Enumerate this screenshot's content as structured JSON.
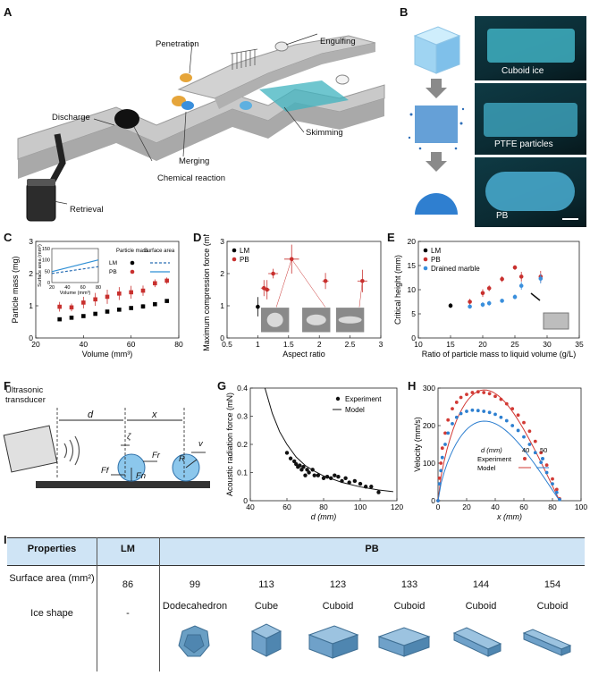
{
  "panels": {
    "A": {
      "letter": "A",
      "labels": {
        "penetration": "Penetration",
        "engulfing": "Engulfing",
        "discharge": "Discharge",
        "skimming": "Skimming",
        "merging": "Merging",
        "chemical_reaction": "Chemical reaction",
        "retrieval": "Retrieval"
      }
    },
    "B": {
      "letter": "B",
      "photo_labels": [
        "Cuboid ice",
        "PTFE particles",
        "PB"
      ]
    },
    "C": {
      "letter": "C",
      "inset": {
        "ylabel": "Surface area (mm²)",
        "xlabel": "Volume (mm³)",
        "xticks": [
          "20",
          "40",
          "60",
          "80"
        ],
        "legend_col1": "Particle mass",
        "legend_col2": "Surface area",
        "rows": [
          "LM",
          "PB"
        ]
      }
    },
    "D": {
      "letter": "D"
    },
    "E": {
      "letter": "E"
    },
    "F": {
      "letter": "F",
      "labels": {
        "transducer": "Ultrasonic transducer",
        "d": "d",
        "x": "x",
        "zeta": "ζ",
        "v": "v",
        "Fr": "Fr",
        "Ff": "Ff",
        "Fn": "Fn",
        "R": "R"
      }
    },
    "G": {
      "letter": "G"
    },
    "H": {
      "letter": "H"
    },
    "I": {
      "letter": "I"
    }
  },
  "chart_data": [
    {
      "id": "C",
      "type": "scatter",
      "xlabel": "Volume (mm³)",
      "ylabel": "Particle mass (mg)",
      "xlim": [
        20,
        80
      ],
      "ylim": [
        0,
        3
      ],
      "xticks": [
        20,
        40,
        60,
        80
      ],
      "yticks": [
        0,
        1,
        2,
        3
      ],
      "series": [
        {
          "name": "LM",
          "color": "#000000",
          "x": [
            30,
            35,
            40,
            45,
            50,
            55,
            60,
            65,
            70,
            75
          ],
          "y": [
            0.58,
            0.63,
            0.68,
            0.75,
            0.82,
            0.88,
            0.93,
            0.98,
            1.05,
            1.15
          ],
          "err": [
            0.03,
            0.04,
            0.03,
            0.04,
            0.04,
            0.05,
            0.05,
            0.07,
            0.05,
            0.05
          ]
        },
        {
          "name": "PB",
          "color": "#c8302e",
          "x": [
            30,
            35,
            40,
            45,
            50,
            55,
            60,
            65,
            70,
            75
          ],
          "y": [
            0.97,
            0.95,
            1.1,
            1.2,
            1.28,
            1.38,
            1.42,
            1.47,
            1.7,
            1.78
          ],
          "err": [
            0.15,
            0.12,
            0.18,
            0.2,
            0.22,
            0.2,
            0.2,
            0.16,
            0.12,
            0.1
          ]
        }
      ],
      "inset_series": [
        {
          "name": "LM",
          "style": "dashed",
          "color": "#2a6fb5",
          "y_start": 40,
          "y_end": 70
        },
        {
          "name": "PB",
          "style": "solid",
          "color": "#2f8fd5",
          "y_start": 48,
          "y_end": 100
        }
      ],
      "inset_ylim": [
        0,
        150
      ],
      "inset_yticks": [
        0,
        50,
        100,
        150
      ],
      "inset_xlim": [
        20,
        80
      ]
    },
    {
      "id": "D",
      "type": "scatter",
      "xlabel": "Aspect ratio",
      "ylabel": "Maximum compression force (mN)",
      "xlim": [
        0.5,
        3
      ],
      "ylim": [
        0,
        3
      ],
      "xticks": [
        0.5,
        1,
        1.5,
        2,
        2.5,
        3
      ],
      "yticks": [
        0,
        1,
        2,
        3
      ],
      "legend": [
        "LM",
        "PB"
      ],
      "series": [
        {
          "name": "LM",
          "color": "#000000",
          "x": [
            1.0
          ],
          "y": [
            0.97
          ],
          "err": [
            0.3
          ],
          "xerr": [
            0
          ]
        },
        {
          "name": "PB",
          "color": "#c8302e",
          "x": [
            1.1,
            1.15,
            1.25,
            1.55,
            2.1,
            2.7
          ],
          "y": [
            1.55,
            1.5,
            2.0,
            2.45,
            1.77,
            1.77
          ],
          "err": [
            0.25,
            0.3,
            0.15,
            0.45,
            0.25,
            0.35
          ],
          "xerr": [
            0.05,
            0.05,
            0.08,
            0.12,
            0.05,
            0.08
          ]
        }
      ]
    },
    {
      "id": "E",
      "type": "scatter",
      "xlabel": "Ratio of particle mass to liquid volume (g/L)",
      "ylabel": "Critical height (mm)",
      "xlim": [
        10,
        35
      ],
      "ylim": [
        0,
        20
      ],
      "xticks": [
        10,
        15,
        20,
        25,
        30,
        35
      ],
      "yticks": [
        0,
        5,
        10,
        15,
        20
      ],
      "legend": [
        "LM",
        "PB",
        "Drained marble"
      ],
      "series": [
        {
          "name": "LM",
          "color": "#000000",
          "x": [
            15
          ],
          "y": [
            6.7
          ],
          "err": [
            0.5
          ]
        },
        {
          "name": "PB",
          "color": "#c8302e",
          "x": [
            18,
            20,
            21,
            23,
            25,
            26,
            29
          ],
          "y": [
            7.5,
            9.3,
            10.3,
            12.2,
            14.6,
            12.7,
            12.7
          ],
          "err": [
            0.6,
            0.8,
            0.6,
            0.6,
            0.5,
            1.0,
            1.2
          ]
        },
        {
          "name": "Drained marble",
          "color": "#3a8fdc",
          "x": [
            18,
            20,
            21,
            23,
            25,
            26,
            29
          ],
          "y": [
            6.5,
            6.9,
            7.2,
            7.7,
            8.5,
            10.8,
            12.3
          ],
          "err": [
            0.4,
            0.5,
            0.5,
            0.4,
            0.5,
            0.8,
            1.0
          ]
        }
      ]
    },
    {
      "id": "G",
      "type": "scatter",
      "xlabel": "d (mm)",
      "ylabel": "Acoustic radiation force (mN)",
      "xlim": [
        40,
        120
      ],
      "ylim": [
        0,
        0.4
      ],
      "xticks": [
        40,
        60,
        80,
        100,
        120
      ],
      "yticks": [
        0,
        0.1,
        0.2,
        0.3,
        0.4
      ],
      "legend": [
        "Experiment",
        "Model"
      ],
      "experiment_x": [
        60,
        62,
        64,
        65,
        66,
        67,
        68,
        69,
        70,
        71,
        72,
        74,
        75,
        77,
        80,
        82,
        84,
        86,
        88,
        90,
        92,
        94,
        97,
        100,
        103,
        106,
        110
      ],
      "experiment_y": [
        0.17,
        0.15,
        0.14,
        0.13,
        0.12,
        0.125,
        0.11,
        0.12,
        0.09,
        0.11,
        0.1,
        0.11,
        0.09,
        0.09,
        0.08,
        0.085,
        0.08,
        0.09,
        0.085,
        0.07,
        0.08,
        0.065,
        0.07,
        0.06,
        0.05,
        0.05,
        0.03
      ],
      "model_x": [
        48,
        52,
        56,
        60,
        65,
        70,
        75,
        80,
        90,
        100,
        110,
        118
      ],
      "model_y": [
        0.4,
        0.31,
        0.245,
        0.2,
        0.155,
        0.125,
        0.105,
        0.088,
        0.065,
        0.049,
        0.038,
        0.032
      ]
    },
    {
      "id": "H",
      "type": "line",
      "xlabel": "x (mm)",
      "ylabel": "Velocity (mm/s)",
      "xlim": [
        0,
        100
      ],
      "ylim": [
        0,
        300
      ],
      "xticks": [
        0,
        20,
        40,
        60,
        80,
        100
      ],
      "yticks": [
        0,
        100,
        200,
        300
      ],
      "legend_title": "d (mm)",
      "legend_cols": [
        "40",
        "50"
      ],
      "legend_rows": [
        "Experiment",
        "Model"
      ],
      "series": [
        {
          "name": "40",
          "color": "#d23a35",
          "exp_x": [
            0,
            1,
            2,
            3,
            5,
            7,
            10,
            13,
            16,
            20,
            24,
            28,
            32,
            36,
            40,
            44,
            48,
            52,
            56,
            60,
            64,
            68,
            72,
            76,
            80,
            83,
            85
          ],
          "exp_y": [
            0,
            60,
            100,
            140,
            180,
            215,
            245,
            262,
            275,
            283,
            288,
            290,
            288,
            285,
            278,
            270,
            258,
            245,
            228,
            208,
            185,
            158,
            128,
            95,
            58,
            30,
            5
          ],
          "model_peak": 295
        },
        {
          "name": "50",
          "color": "#2d7fd0",
          "exp_x": [
            0,
            1,
            2,
            3,
            5,
            7,
            10,
            13,
            16,
            20,
            24,
            28,
            32,
            36,
            40,
            44,
            48,
            52,
            56,
            60,
            64,
            68,
            72,
            76,
            80,
            83,
            85
          ],
          "exp_y": [
            0,
            45,
            80,
            115,
            150,
            180,
            205,
            222,
            232,
            238,
            241,
            240,
            238,
            235,
            230,
            222,
            213,
            200,
            187,
            170,
            150,
            128,
            102,
            75,
            45,
            22,
            3
          ],
          "model_peak": 212
        }
      ]
    }
  ],
  "table": {
    "header": [
      "Properties",
      "LM",
      "PB"
    ],
    "rows": [
      {
        "label": "Surface area (mm²)",
        "lm": "86",
        "pb": [
          "99",
          "113",
          "123",
          "133",
          "144",
          "154"
        ]
      },
      {
        "label": "Ice shape",
        "lm": "-",
        "pb": [
          "Dodecahedron",
          "Cube",
          "Cuboid",
          "Cuboid",
          "Cuboid",
          "Cuboid"
        ]
      }
    ]
  },
  "colors": {
    "accent_red": "#c8302e",
    "accent_blue": "#3a8fdc",
    "header_blue": "#cfe4f5",
    "ice_blue": "#5fa7d6"
  }
}
